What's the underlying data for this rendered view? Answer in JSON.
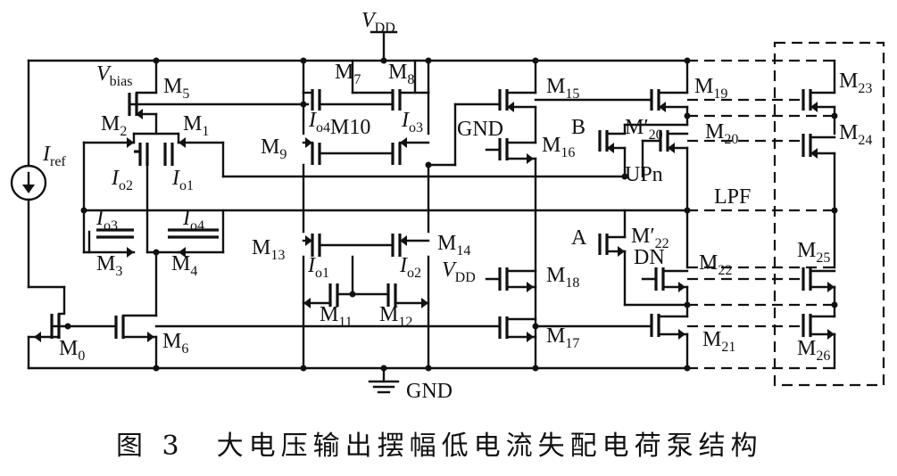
{
  "supply": {
    "vdd_top": "V",
    "vdd_top_sub": "DD",
    "gnd_bottom": "GND"
  },
  "sources": {
    "iref": "I",
    "iref_sub": "ref",
    "vbias": "V",
    "vbias_sub": "bias"
  },
  "transistors": {
    "m0": "M",
    "m0s": "0",
    "m1": "M",
    "m1s": "1",
    "m2": "M",
    "m2s": "2",
    "m3": "M",
    "m3s": "3",
    "m4": "M",
    "m4s": "4",
    "m5": "M",
    "m5s": "5",
    "m6": "M",
    "m6s": "6",
    "m7": "M",
    "m7s": "7",
    "m8": "M",
    "m8s": "8",
    "m9": "M",
    "m9s": "9",
    "m10": "M10",
    "m11": "M",
    "m11s": "11",
    "m12": "M",
    "m12s": "12",
    "m13": "M",
    "m13s": "13",
    "m14": "M",
    "m14s": "14",
    "m15": "M",
    "m15s": "15",
    "m16": "M",
    "m16s": "16",
    "m17": "M",
    "m17s": "17",
    "m18": "M",
    "m18s": "18",
    "m19": "M",
    "m19s": "19",
    "m20": "M",
    "m20s": "20",
    "m20p": "M′",
    "m20ps": "20",
    "m21": "M",
    "m21s": "21",
    "m22": "M",
    "m22s": "22",
    "m22p": "M′",
    "m22ps": "22",
    "m23": "M",
    "m23s": "23",
    "m24": "M",
    "m24s": "24",
    "m25": "M",
    "m25s": "25",
    "m26": "M",
    "m26s": "26"
  },
  "currents": {
    "io": "I",
    "o1": "o1",
    "o2": "o2",
    "o3": "o3",
    "o4": "o4"
  },
  "nodes": {
    "gnd_inner": "GND",
    "vdd_inner": "V",
    "vdd_inner_sub": "DD",
    "b": "B",
    "a": "A",
    "upn": "UPn",
    "dn": "DN",
    "lpf": "LPF"
  },
  "caption": "图 3　大电压输出摆幅低电流失配电荷泵结构"
}
